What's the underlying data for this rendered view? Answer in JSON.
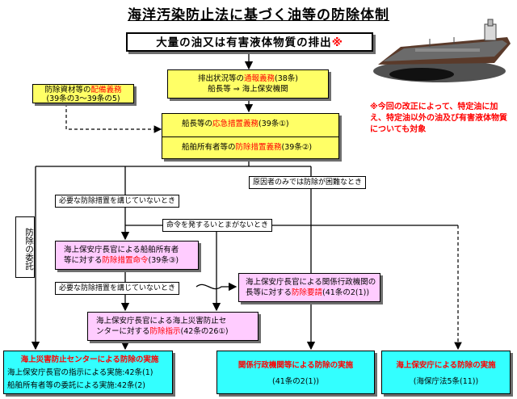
{
  "title": "海洋汚染防止法に基づく油等の防除体制",
  "banner": {
    "text": "大量の油又は有害液体物質の排出",
    "mark": "※"
  },
  "notify_box": {
    "line1_pre": "排出状況等の",
    "line1_red": "通報義務",
    "line1_post": "(38条)",
    "line2": "船長等 ⇒ 海上保安機関"
  },
  "materials_box": {
    "line1_pre": "防除資材等の",
    "line1_red": "配備義務",
    "line2": "(39条の3～39条の5)"
  },
  "emergency_box": {
    "pre": "船長等の",
    "red": "応急措置義務",
    "post": "(39条①)"
  },
  "owner_box": {
    "pre": "船舶所有者等の",
    "red": "防除措置義務",
    "post": "(39条②)"
  },
  "note": "※今回の改正によって、特定油に加え、特定油以外の油及び有害液体物質についても対象",
  "conditions": {
    "hard_to_prevent": "原因者のみでは防除が困難なとき",
    "not_taken_1": "必要な防除措置を講じていないとき",
    "no_time": "命令を発するいとまがないとき",
    "not_taken_2": "必要な防除措置を講じていないとき"
  },
  "delegation": "防除の委託",
  "order_box": {
    "line1": "海上保安庁長官による船舶所有者",
    "line2_pre": "等に対する",
    "line2_red": "防除措置命令",
    "line2_post": "(39条③)"
  },
  "request_box": {
    "line1": "海上保安庁長官による関係行政機関の",
    "line2_pre": "長等に対する",
    "line2_red": "防除要請",
    "line2_post": "(41条の2(1))"
  },
  "instruction_box": {
    "line1": "海上保安庁長官による海上災害防止セ",
    "line2_pre": "ンターに対する",
    "line2_red": "防除指示",
    "line2_post": "(42条の26①)"
  },
  "center_box": {
    "title": "海上災害防止センターによる防除の実施",
    "line2": "海上保安庁長官の指示による実施:42条(1)",
    "line3": "船舶所有者等の委託による実施:42条(2)"
  },
  "agency_box": {
    "title": "関係行政機関等による防除の実施",
    "line2": "(41条の2(1))"
  },
  "coastguard_box": {
    "title": "海上保安庁による防除の実施",
    "line2": "(海保庁法5条(11))"
  },
  "colors": {
    "yellow": "#ffff66",
    "pink": "#ffccff",
    "cyan": "#33ffff",
    "red": "#ff0000"
  }
}
